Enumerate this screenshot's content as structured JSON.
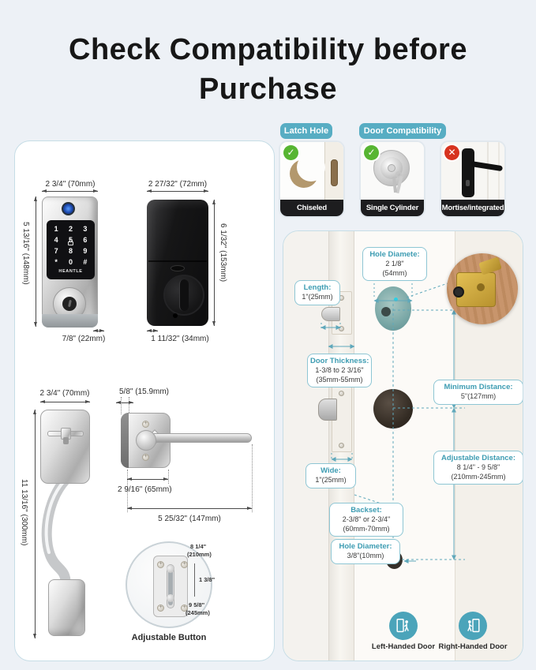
{
  "title": {
    "line1": "Check Compatibility before",
    "line2": "Purchase"
  },
  "badges": {
    "latch_hole": "Latch Hole",
    "door_compatibility": "Door Compatibility"
  },
  "cards": {
    "chiseled": {
      "label": "Chiseled",
      "status": "ok"
    },
    "single_cylinder": {
      "label": "Single Cylinder",
      "status": "ok"
    },
    "mortise": {
      "label": "Mortise/integrated",
      "status": "no"
    }
  },
  "lock_front": {
    "brand": "HEANTLE",
    "keys": [
      "1",
      "2",
      "3",
      "4",
      "5",
      "6",
      "7",
      "8",
      "9",
      "*",
      "0",
      "#"
    ],
    "dim_width": "2 3/4\" (70mm)",
    "dim_height": "5 13/16\" (148mm)",
    "dim_depth": "7/8\" (22mm)"
  },
  "lock_rear": {
    "dim_width": "2 27/32\" (72mm)",
    "dim_height": "6 1/32\" (153mm)",
    "dim_depth": "1 11/32\" (34mm)"
  },
  "handle_front": {
    "dim_width": "2 3/4\" (70mm)",
    "dim_height": "11 13/16\" (300mm)"
  },
  "handle_side": {
    "dim_thickness": "5/8\" (15.9mm)",
    "dim_rose": "2 9/16\" (65mm)",
    "dim_length": "5 25/32\" (147mm)"
  },
  "adjustable": {
    "caption": "Adjustable Button",
    "top_in": "8 1/4\"",
    "top_mm": "(210mm)",
    "mid": "1 3/8\"",
    "bottom_in": "9 5/8\"",
    "bottom_mm": "(245mm)"
  },
  "door": {
    "hole_top": {
      "label": "Hole Diamete:",
      "v1": "2 1/8\"",
      "v2": "(54mm)"
    },
    "length": {
      "label": "Length:",
      "v1": "1\"(25mm)"
    },
    "thickness": {
      "label": "Door Thickness:",
      "v1": "1-3/8 to 2 3/16\"",
      "v2": "(35mm-55mm)"
    },
    "min_distance": {
      "label": "Minimum Distance:",
      "v1": "5\"(127mm)"
    },
    "wide": {
      "label": "Wide:",
      "v1": "1\"(25mm)"
    },
    "adj_distance": {
      "label": "Adjustable Distance:",
      "v1": "8 1/4\" - 9 5/8\"",
      "v2": "(210mm-245mm)"
    },
    "backset": {
      "label": "Backset:",
      "v1": "2-3/8\" or 2-3/4\"",
      "v2": "(60mm-70mm)"
    },
    "hole_bottom": {
      "label": "Hole Diameter:",
      "v1": "3/8\"(10mm)"
    },
    "left_handed": "Left-Handed Door",
    "right_handed": "Right-Handed Door"
  },
  "colors": {
    "accent_teal": "#57adc3",
    "check_green": "#57b532",
    "cross_red": "#d7331f"
  }
}
